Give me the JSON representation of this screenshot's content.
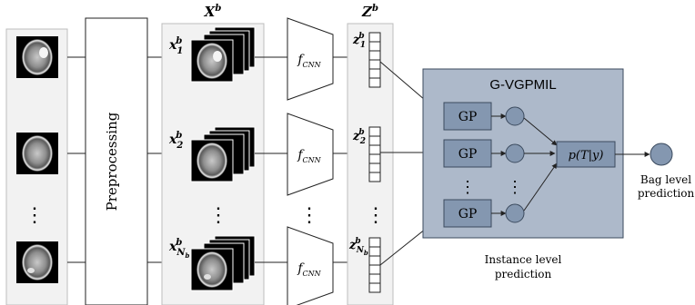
{
  "diagram": {
    "preprocessing_label": "Preprocessing",
    "xb_header": {
      "base": "X",
      "sup": "b"
    },
    "zb_header": {
      "base": "Z",
      "sup": "b"
    },
    "x_inputs": [
      {
        "base": "x",
        "sup": "b",
        "sub": "1"
      },
      {
        "base": "x",
        "sup": "b",
        "sub": "2"
      },
      {
        "base": "x",
        "sup": "b",
        "sub": "N",
        "subsub": "b"
      }
    ],
    "z_outputs": [
      {
        "base": "z",
        "sup": "b",
        "sub": "1"
      },
      {
        "base": "z",
        "sup": "b",
        "sub": "2"
      },
      {
        "base": "z",
        "sup": "b",
        "sub": "N",
        "subsub": "b"
      }
    ],
    "cnn_label": {
      "base": "f",
      "sub": "CNN"
    },
    "ellipsis": "⋮",
    "gvgpmil_title": "G-VGPMIL",
    "gp_label": "GP",
    "posterior_label": "p(T|y)",
    "instance_level": [
      "Instance level",
      "prediction"
    ],
    "bag_level": [
      "Bag level",
      "prediction"
    ],
    "colors": {
      "panel_fill": "#f2f2f2",
      "gvgpmil_fill": "#adb9ca",
      "gp_fill": "#8497b0",
      "node_fill": "#8497b0",
      "stroke": "#3b4a5e"
    }
  }
}
